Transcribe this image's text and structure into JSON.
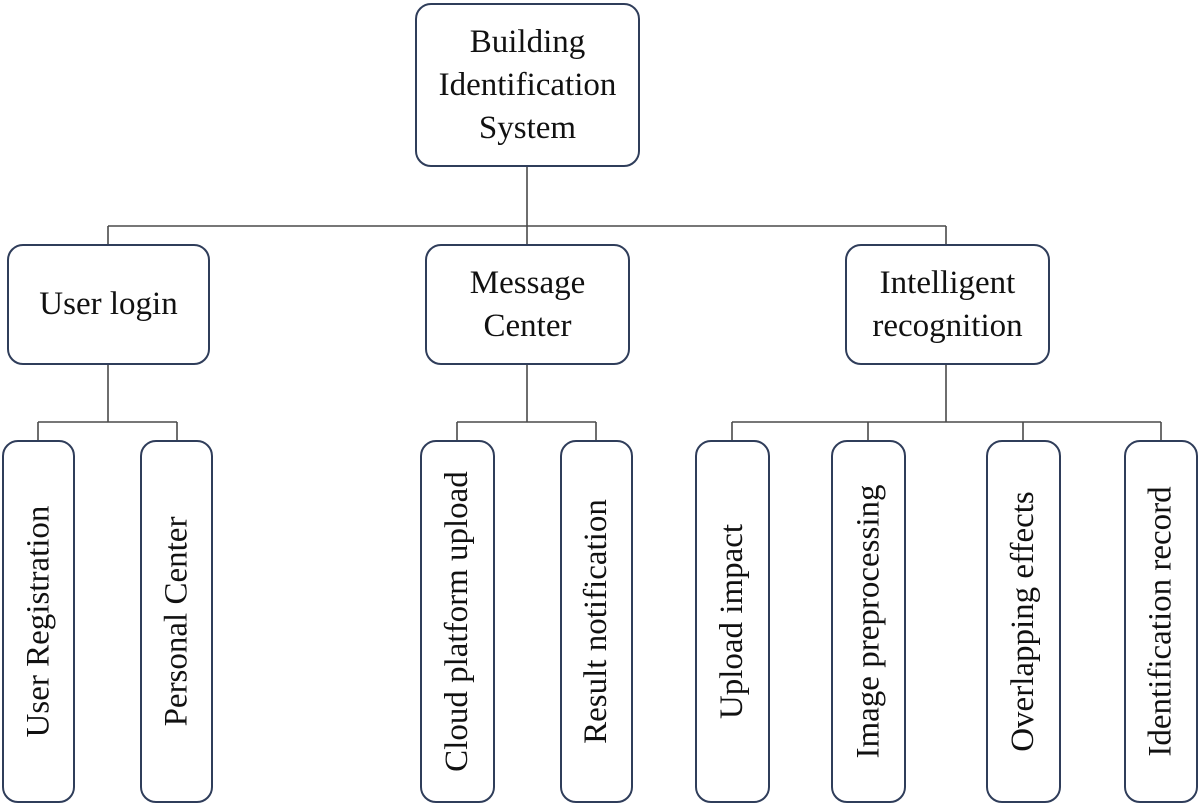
{
  "diagram": {
    "root": {
      "label": "Building\nIdentification\nSystem"
    },
    "branches": [
      {
        "label": "User login",
        "children": [
          "User Registration",
          "Personal Center"
        ]
      },
      {
        "label": "Message\nCenter",
        "children": [
          "Cloud platform upload",
          "Result notification"
        ]
      },
      {
        "label": "Intelligent\nrecognition",
        "children": [
          "Upload impact",
          "Image preprocessing",
          "Overlapping effects",
          "Identification record"
        ]
      }
    ],
    "colors": {
      "box_border": "#2f3d5a",
      "connector": "#4a4a4a",
      "text": "#111111"
    }
  }
}
